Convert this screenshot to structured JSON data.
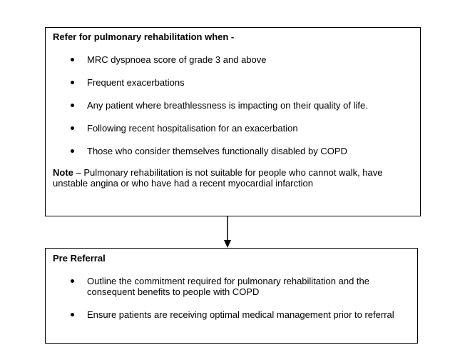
{
  "colors": {
    "background": "#ffffff",
    "border": "#000000",
    "text": "#000000"
  },
  "top_box": {
    "title": "Refer for pulmonary rehabilitation when -",
    "bullets": [
      "MRC dyspnoea score of grade 3 and above",
      "Frequent exacerbations",
      "Any patient where breathlessness is impacting on their quality of life.",
      "Following recent hospitalisation for an exacerbation",
      "Those who consider themselves functionally disabled by COPD"
    ],
    "note_label": "Note",
    "note_text": " – Pulmonary rehabilitation is not suitable for people who cannot walk, have unstable angina or who have had a recent myocardial infarction"
  },
  "connector": {
    "type": "arrow-down",
    "from": "top_box",
    "to": "bottom_box"
  },
  "bottom_box": {
    "title": "Pre Referral",
    "bullets": [
      "Outline the commitment required for pulmonary rehabilitation and the consequent benefits to people with COPD",
      "Ensure patients are receiving optimal medical management prior to referral"
    ]
  }
}
